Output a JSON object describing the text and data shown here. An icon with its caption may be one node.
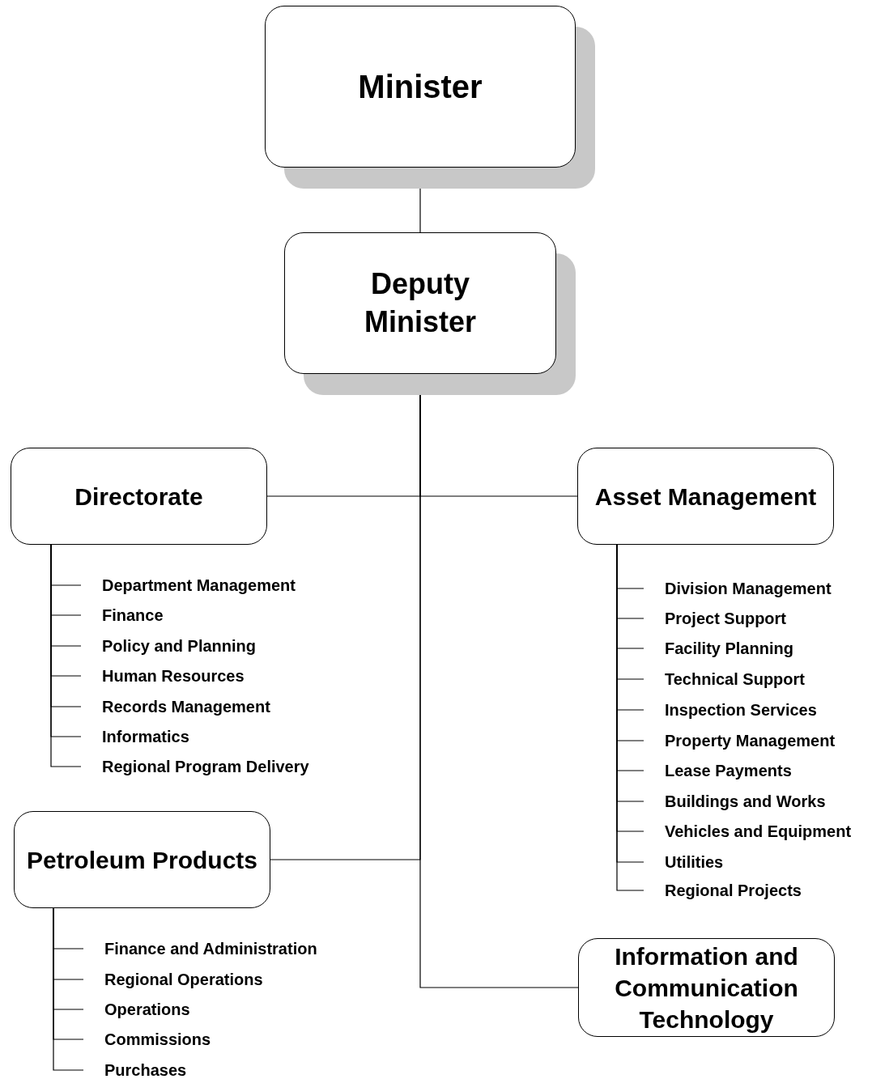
{
  "diagram": {
    "nodes": [
      {
        "text": [
          "Minister"
        ]
      },
      {
        "text": [
          "Deputy Minister"
        ]
      },
      {
        "text": [
          "Directorate"
        ]
      },
      {
        "text": [
          "Asset Management"
        ]
      },
      {
        "text": [
          "Department Management"
        ]
      },
      {
        "text": [
          "Finance"
        ]
      },
      {
        "text": [
          "Policy and Planning"
        ]
      },
      {
        "text": [
          "Human Resources"
        ]
      },
      {
        "text": [
          "Records Management"
        ]
      },
      {
        "text": [
          "Informatics"
        ]
      },
      {
        "text": [
          "Regional Program Delivery"
        ]
      },
      {
        "text": [
          "Division Management"
        ]
      },
      {
        "text": [
          "Project Support"
        ]
      },
      {
        "text": [
          "Facility Planning"
        ]
      },
      {
        "text": [
          "Technical Support"
        ]
      },
      {
        "text": [
          "Inspection Services"
        ]
      },
      {
        "text": [
          "Property Management"
        ]
      },
      {
        "text": [
          "Lease Payments"
        ]
      },
      {
        "text": [
          "Buildings and Works"
        ]
      },
      {
        "text": [
          "Vehicles and Equipment"
        ]
      },
      {
        "text": [
          "Utilities"
        ]
      },
      {
        "text": [
          "Regional Projects"
        ]
      },
      {
        "text": [
          "Petroleum Products"
        ]
      },
      {
        "text": [
          "Finance and Administration"
        ]
      },
      {
        "text": [
          "Regional Operations"
        ]
      },
      {
        "text": [
          "Operations"
        ]
      },
      {
        "text": [
          "Commissions"
        ]
      },
      {
        "text": [
          "Purchases"
        ]
      },
      {
        "text": [
          "Information and Communication Technology"
        ]
      }
    ],
    "edges": [
      {
        "from": 0,
        "to": 1,
        "arrow": "none"
      },
      {
        "from": 1,
        "to": 2,
        "arrow": "none"
      },
      {
        "from": 1,
        "to": 3,
        "arrow": "none"
      },
      {
        "from": 1,
        "to": 22,
        "arrow": "none"
      },
      {
        "from": 1,
        "to": 28,
        "arrow": "none"
      },
      {
        "from": 2,
        "to": 4,
        "arrow": "none"
      },
      {
        "from": 2,
        "to": 5,
        "arrow": "none"
      },
      {
        "from": 2,
        "to": 6,
        "arrow": "none"
      },
      {
        "from": 2,
        "to": 7,
        "arrow": "none"
      },
      {
        "from": 2,
        "to": 8,
        "arrow": "none"
      },
      {
        "from": 2,
        "to": 9,
        "arrow": "none"
      },
      {
        "from": 2,
        "to": 10,
        "arrow": "none"
      },
      {
        "from": 3,
        "to": 11,
        "arrow": "none"
      },
      {
        "from": 3,
        "to": 12,
        "arrow": "none"
      },
      {
        "from": 3,
        "to": 13,
        "arrow": "none"
      },
      {
        "from": 3,
        "to": 14,
        "arrow": "none"
      },
      {
        "from": 3,
        "to": 15,
        "arrow": "none"
      },
      {
        "from": 3,
        "to": 16,
        "arrow": "none"
      },
      {
        "from": 3,
        "to": 17,
        "arrow": "none"
      },
      {
        "from": 3,
        "to": 18,
        "arrow": "none"
      },
      {
        "from": 3,
        "to": 19,
        "arrow": "none"
      },
      {
        "from": 3,
        "to": 20,
        "arrow": "none"
      },
      {
        "from": 3,
        "to": 21,
        "arrow": "none"
      },
      {
        "from": 22,
        "to": 23,
        "arrow": "none"
      },
      {
        "from": 22,
        "to": 24,
        "arrow": "none"
      },
      {
        "from": 22,
        "to": 25,
        "arrow": "none"
      },
      {
        "from": 22,
        "to": 26,
        "arrow": "none"
      },
      {
        "from": 22,
        "to": 27,
        "arrow": "none"
      }
    ]
  }
}
